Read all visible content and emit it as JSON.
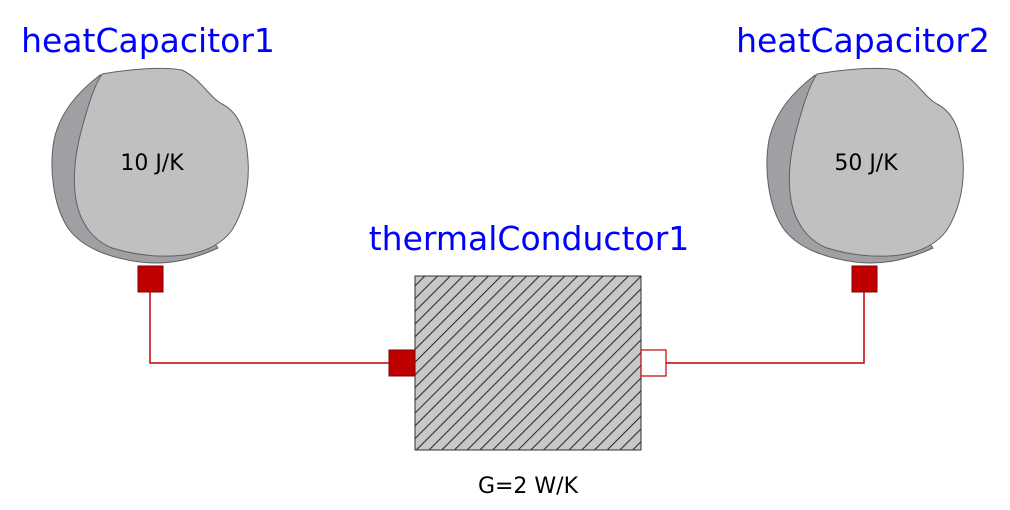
{
  "diagram": {
    "components": [
      {
        "name": "heatCapacitor1",
        "parameter": "10 J/K"
      },
      {
        "name": "heatCapacitor2",
        "parameter": "50 J/K"
      },
      {
        "name": "thermalConductor1",
        "parameter": "G=2 W/K"
      }
    ],
    "colors": {
      "label": "#0000ff",
      "text": "#000000",
      "connection": "#c00000",
      "port_fill": "#c00000",
      "body_fill": "#c0c0c0",
      "body_shadow": "#a0a0a4",
      "hatch": "#303030"
    }
  }
}
